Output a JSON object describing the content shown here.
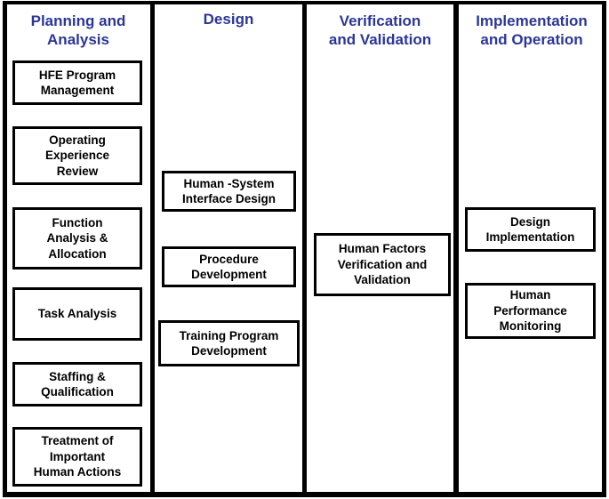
{
  "colors": {
    "header_text": "#2b3698",
    "box_border": "#000000",
    "box_text": "#000000",
    "background": "#ffffff"
  },
  "columns": [
    {
      "title": "Planning and\nAnalysis",
      "boxes": [
        {
          "label": "HFE Program\nManagement"
        },
        {
          "label": "Operating\nExperience\nReview"
        },
        {
          "label": "Function\nAnalysis &\nAllocation"
        },
        {
          "label": "Task Analysis"
        },
        {
          "label": "Staffing &\nQualification"
        },
        {
          "label": "Treatment of\nImportant\nHuman Actions"
        }
      ]
    },
    {
      "title": "Design",
      "boxes": [
        {
          "label": "Human -System\nInterface Design"
        },
        {
          "label": "Procedure\nDevelopment"
        },
        {
          "label": "Training Program\nDevelopment"
        }
      ]
    },
    {
      "title": "Verification\nand Validation",
      "boxes": [
        {
          "label": "Human Factors\nVerification and\nValidation"
        }
      ]
    },
    {
      "title": "Implementation\nand Operation",
      "boxes": [
        {
          "label": "Design\nImplementation"
        },
        {
          "label": "Human\nPerformance\nMonitoring"
        }
      ]
    }
  ]
}
